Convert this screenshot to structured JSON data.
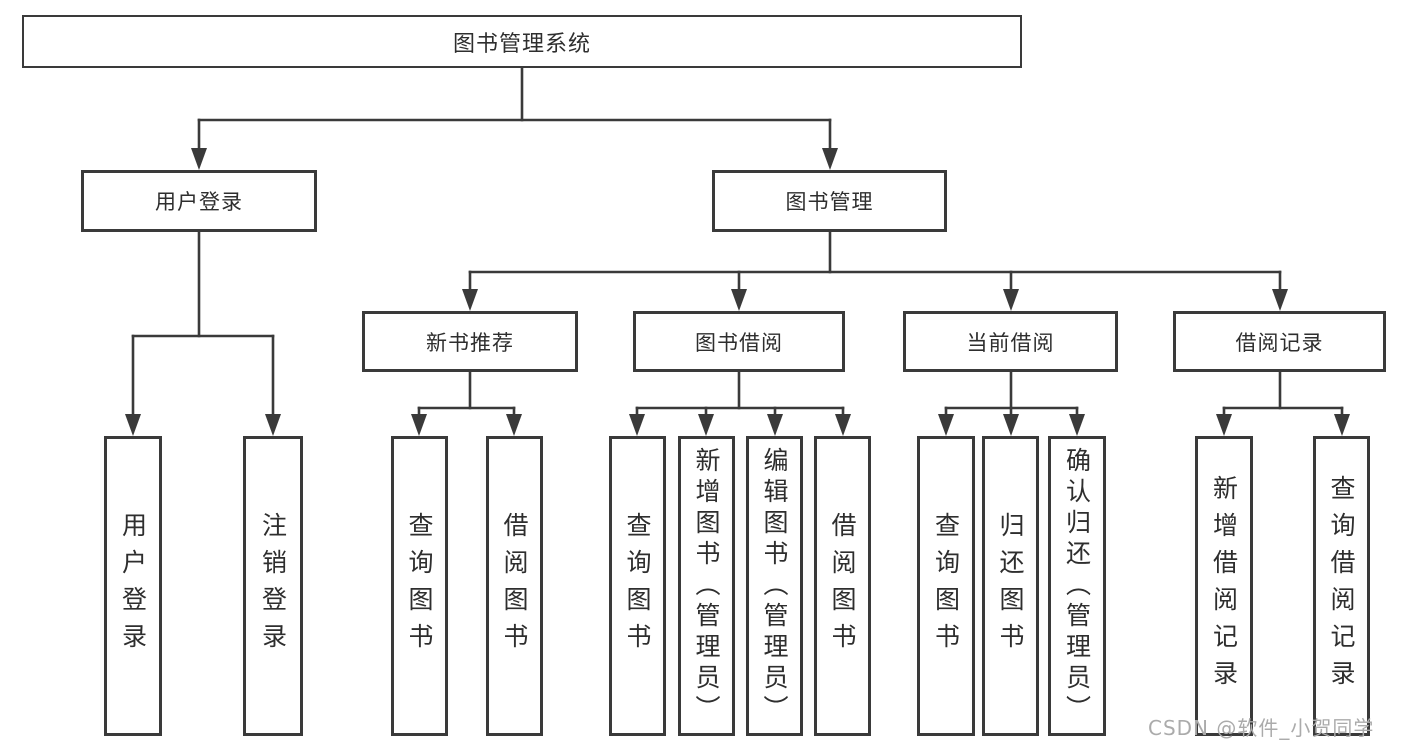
{
  "diagram": {
    "root": {
      "label": "图书管理系统"
    },
    "level2": [
      {
        "label": "用户登录",
        "parent": "图书管理系统"
      },
      {
        "label": "图书管理",
        "parent": "图书管理系统"
      }
    ],
    "level3": [
      {
        "label": "新书推荐",
        "parent": "图书管理"
      },
      {
        "label": "图书借阅",
        "parent": "图书管理"
      },
      {
        "label": "当前借阅",
        "parent": "图书管理"
      },
      {
        "label": "借阅记录",
        "parent": "图书管理"
      }
    ],
    "leaves": [
      {
        "label": "用户登录",
        "parent": "用户登录"
      },
      {
        "label": "注销登录",
        "parent": "用户登录"
      },
      {
        "label": "查询图书",
        "parent": "新书推荐"
      },
      {
        "label": "借阅图书",
        "parent": "新书推荐"
      },
      {
        "label": "查询图书",
        "parent": "图书借阅"
      },
      {
        "label": "新增图书（管理员）",
        "parent": "图书借阅"
      },
      {
        "label": "编辑图书（管理员）",
        "parent": "图书借阅"
      },
      {
        "label": "借阅图书",
        "parent": "图书借阅"
      },
      {
        "label": "查询图书",
        "parent": "当前借阅"
      },
      {
        "label": "归还图书",
        "parent": "当前借阅"
      },
      {
        "label": "确认归还（管理员）",
        "parent": "当前借阅"
      },
      {
        "label": "新增借阅记录",
        "parent": "借阅记录"
      },
      {
        "label": "查询借阅记录",
        "parent": "借阅记录"
      }
    ],
    "watermark": "CSDN @软件_小贺同学",
    "colors": {
      "line": "#3a3a3a",
      "text": "#2e2e2e",
      "background": "#ffffff",
      "watermark": "#ababab"
    }
  }
}
